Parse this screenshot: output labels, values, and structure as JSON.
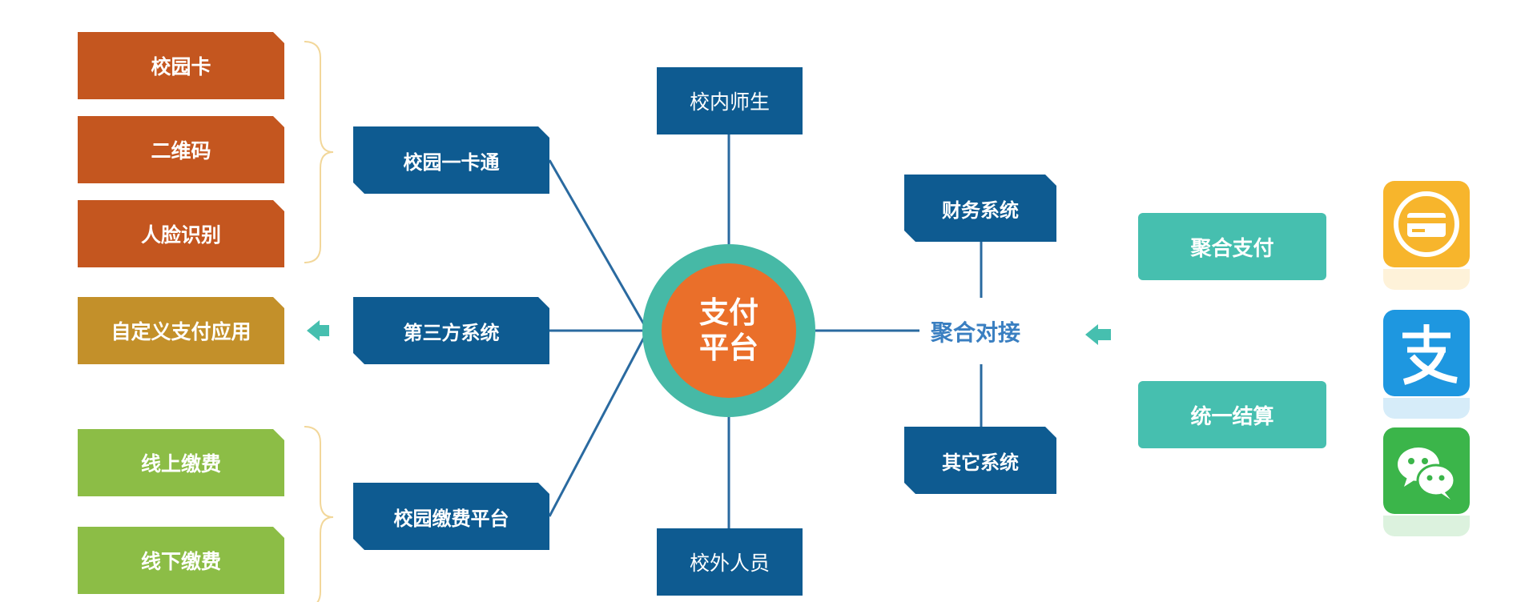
{
  "center": {
    "line1": "支付",
    "line2": "平台"
  },
  "top_node": "校内师生",
  "bottom_node": "校外人员",
  "left_branches": {
    "card": "校园一卡通",
    "third_party": "第三方系统",
    "fee_platform": "校园缴费平台"
  },
  "card_items": [
    "校园卡",
    "二维码",
    "人脸识别"
  ],
  "custom_app": "自定义支付应用",
  "fee_items": [
    "线上缴费",
    "线下缴费"
  ],
  "right_hub": "聚合对接",
  "right_nodes": {
    "finance": "财务系统",
    "other": "其它系统"
  },
  "payment_options": [
    "聚合支付",
    "统一结算"
  ],
  "colors": {
    "orange": "#c4561f",
    "gold": "#c3902a",
    "green": "#8cbd46",
    "blue": "#0e5b91",
    "teal": "#46bfaf",
    "hub_text": "#3a7fc1",
    "lines": "#2a6aa0",
    "brackets": "#f2d79a"
  },
  "app_icons": [
    "card-pay-icon",
    "alipay-icon",
    "wechat-pay-icon"
  ]
}
